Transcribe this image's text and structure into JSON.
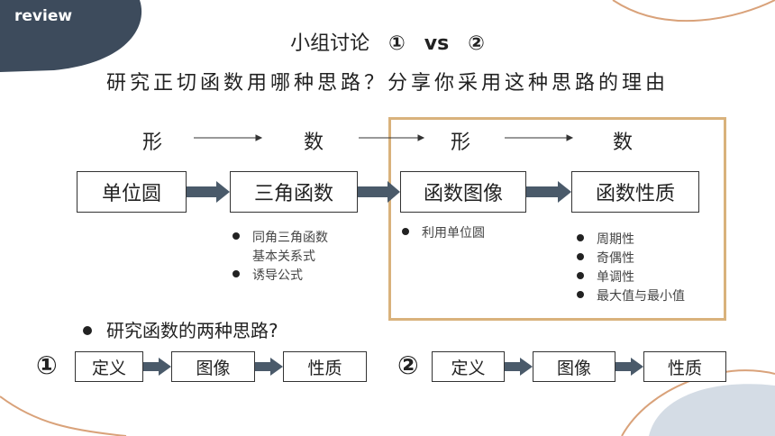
{
  "badge": "review",
  "title": {
    "line1_prefix": "小组讨论",
    "circle1": "①",
    "vs": "vs",
    "circle2": "②",
    "line2": "研究正切函数用哪种思路？分享你采用这种思路的理由"
  },
  "flow_top": {
    "labels": [
      "形",
      "数",
      "形",
      "数"
    ],
    "boxes": [
      "单位圆",
      "三角函数",
      "函数图像",
      "函数性质"
    ]
  },
  "notes": {
    "trig": [
      "同角三角函数",
      "基本关系式",
      "诱导公式"
    ],
    "graph": [
      "利用单位圆"
    ],
    "props": [
      "周期性",
      "奇偶性",
      "单调性",
      "最大值与最小值"
    ]
  },
  "question": "研究函数的两种思路?",
  "path1": {
    "marker": "①",
    "boxes": [
      "定义",
      "图像",
      "性质"
    ]
  },
  "path2": {
    "marker": "②",
    "boxes": [
      "定义",
      "图像",
      "性质"
    ]
  },
  "colors": {
    "badge_bg": "#3d4b5c",
    "highlight_border": "#d9b27c",
    "arrow": "#4a5a6a",
    "accent_curve": "#d9a27a"
  }
}
